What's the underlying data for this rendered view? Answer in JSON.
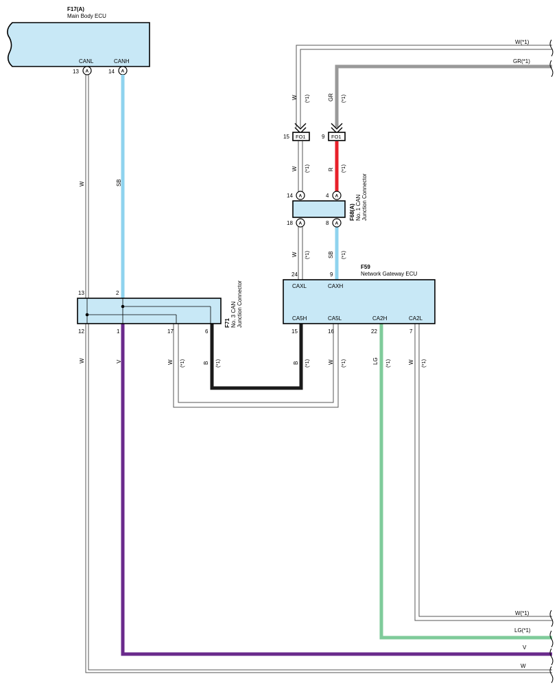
{
  "colors": {
    "ecu_fill": "#c8e8f6",
    "wire_white_stroke": "#555555",
    "wire_sb": "#8fd3ee",
    "wire_gr": "#999999",
    "wire_r": "#e8202a",
    "wire_b": "#1a1a1a",
    "wire_lg": "#7fcb9a",
    "wire_v": "#6a2a8c"
  },
  "components": {
    "f17": {
      "code": "F17(A)",
      "name": "Main Body ECU",
      "pin_canl": "CANL",
      "pin_canh": "CANH",
      "pin_canl_no": "13",
      "pin_canh_no": "14",
      "connector": "A"
    },
    "f59": {
      "code": "F59",
      "name": "Network Gateway ECU",
      "pins": {
        "caxl": "CAXL",
        "caxh": "CAXH",
        "ca5h": "CA5H",
        "ca5l": "CA5L",
        "ca2h": "CA2H",
        "ca2l": "CA2L"
      },
      "pin_nums": {
        "caxl": "24",
        "caxh": "9",
        "ca5h": "15",
        "ca5l": "16",
        "ca2h": "22",
        "ca2l": "7"
      }
    },
    "f68": {
      "code": "F68(A)",
      "line1": "No. 1 CAN",
      "line2": "Junction Connector",
      "connector": "A",
      "pin_nums": {
        "top_left": "14",
        "top_right": "4",
        "bottom_left": "18",
        "bottom_right": "8"
      }
    },
    "f71": {
      "code": "F71",
      "line1": "No. 3 CAN",
      "line2": "Junction Connector",
      "pin_nums": {
        "top_left": "13",
        "top_right": "2",
        "b1": "12",
        "b2": "1",
        "b3": "17",
        "b4": "6"
      }
    },
    "fo1": {
      "label": "FO1",
      "pin_left": "15",
      "pin_right": "9"
    }
  },
  "wires": {
    "w": "W",
    "sb": "SB",
    "gr": "GR",
    "r": "R",
    "b": "B",
    "lg": "LG",
    "v": "V",
    "note": "(*1)"
  },
  "edge_labels": {
    "top_w": "W(*1)",
    "top_gr": "GR(*1)",
    "bot_w1": "W(*1)",
    "bot_lg": "LG(*1)",
    "bot_v": "V",
    "bot_w": "W"
  }
}
